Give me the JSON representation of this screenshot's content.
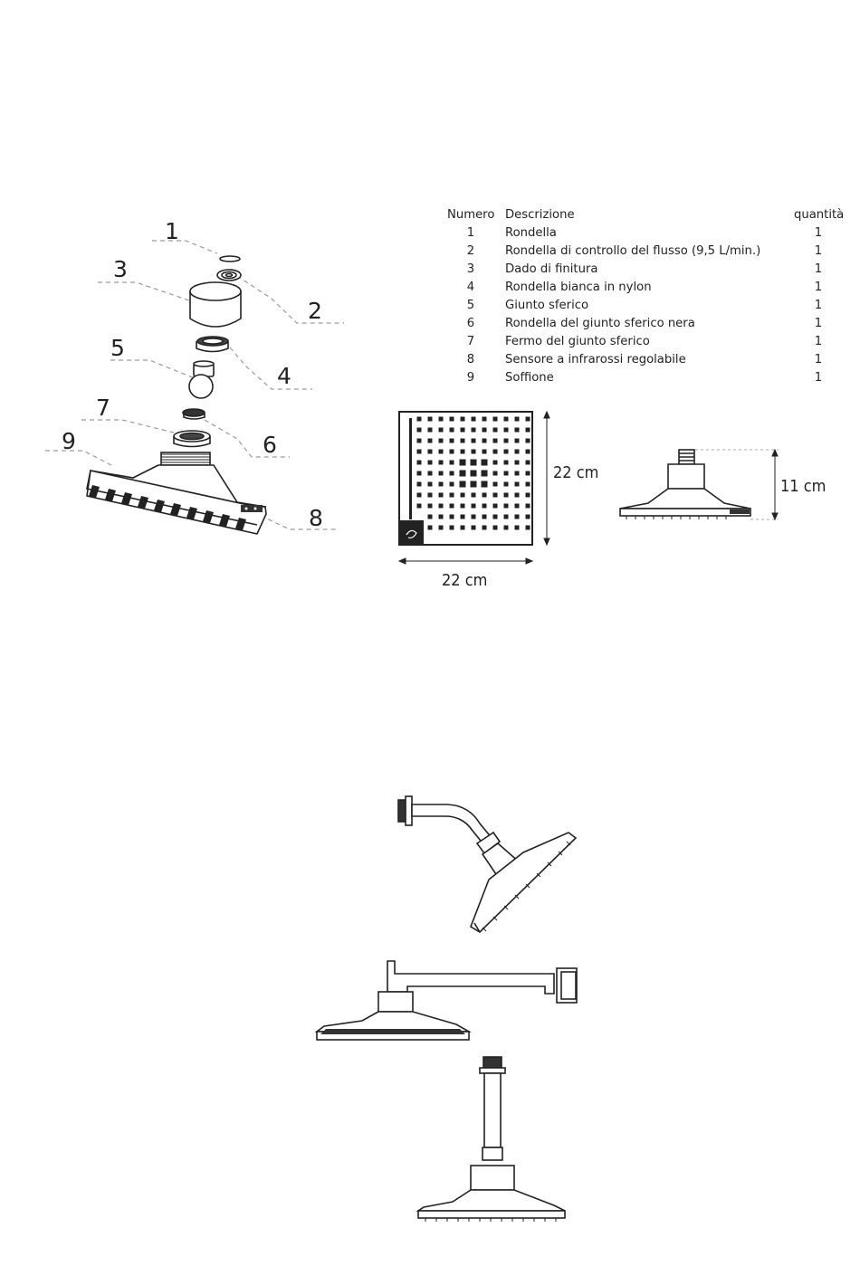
{
  "parts_table": {
    "headers": {
      "number": "Numero",
      "description": "Descrizione",
      "quantity": "quantità"
    },
    "rows": [
      {
        "number": "1",
        "description": "Rondella",
        "quantity": "1"
      },
      {
        "number": "2",
        "description": "Rondella di controllo del flusso (9,5 L/min.)",
        "quantity": "1"
      },
      {
        "number": "3",
        "description": "Dado di finitura",
        "quantity": "1"
      },
      {
        "number": "4",
        "description": "Rondella bianca in nylon",
        "quantity": "1"
      },
      {
        "number": "5",
        "description": "Giunto sferico",
        "quantity": "1"
      },
      {
        "number": "6",
        "description": "Rondella del giunto sferico nera",
        "quantity": "1"
      },
      {
        "number": "7",
        "description": "Fermo del giunto sferico",
        "quantity": "1"
      },
      {
        "number": "8",
        "description": "Sensore a infrarossi regolabile",
        "quantity": "1"
      },
      {
        "number": "9",
        "description": "Soffione",
        "quantity": "1"
      }
    ]
  },
  "callouts": [
    "1",
    "2",
    "3",
    "4",
    "5",
    "6",
    "7",
    "8",
    "9"
  ],
  "dimensions": {
    "top_width": "22 cm",
    "top_height": "22 cm",
    "side_height": "11 cm"
  },
  "colors": {
    "line": "#222222",
    "dashed": "#9a9a9a",
    "fill": "#ffffff"
  }
}
